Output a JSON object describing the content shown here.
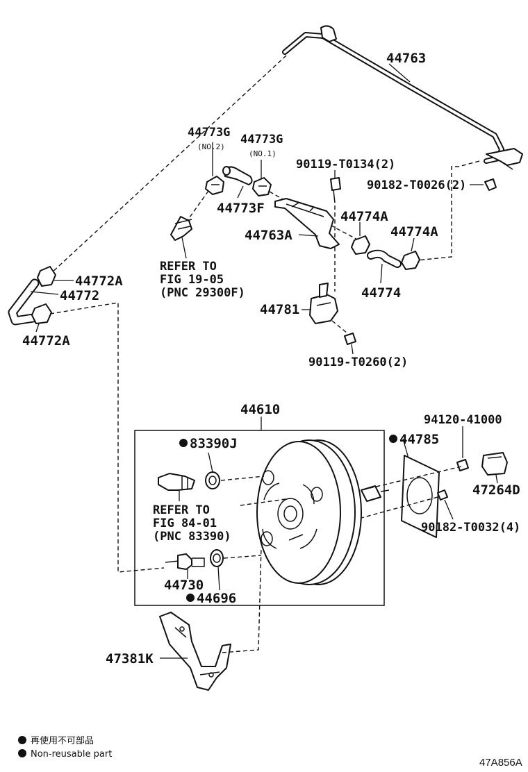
{
  "diagram_code": "47A856A",
  "labels": {
    "p44763": "44763",
    "p44773g_1": "44773G",
    "p44773g_1_sub": "(NO.2)",
    "p44773g_2": "44773G",
    "p44773g_2_sub": "(NO.1)",
    "p90119_t0134": "90119-T0134(2)",
    "p90182_t0026": "90182-T0026(2)",
    "p44773f": "44773F",
    "p44763a": "44763A",
    "p44774a_1": "44774A",
    "p44774a_2": "44774A",
    "p44774": "44774",
    "refer1_line1": "REFER TO",
    "refer1_line2": "FIG 19-05",
    "refer1_line3": "(PNC 29300F)",
    "p44772a_1": "44772A",
    "p44772": "44772",
    "p44772a_2": "44772A",
    "p44781": "44781",
    "p90119_t0260": "90119-T0260(2)",
    "p44610": "44610",
    "p94120_41000": "94120-41000",
    "p83390j": "83390J",
    "p44785": "44785",
    "p47264d": "47264D",
    "refer2_line1": "REFER TO",
    "refer2_line2": "FIG 84-01",
    "refer2_line3": "(PNC 83390)",
    "p90182_t0032": "90182-T0032(4)",
    "p44730": "44730",
    "p44696": "44696",
    "p47381k": "47381K"
  },
  "legend": {
    "item_jp": "再使用不可部品",
    "item_en": "Non-reusable part"
  }
}
